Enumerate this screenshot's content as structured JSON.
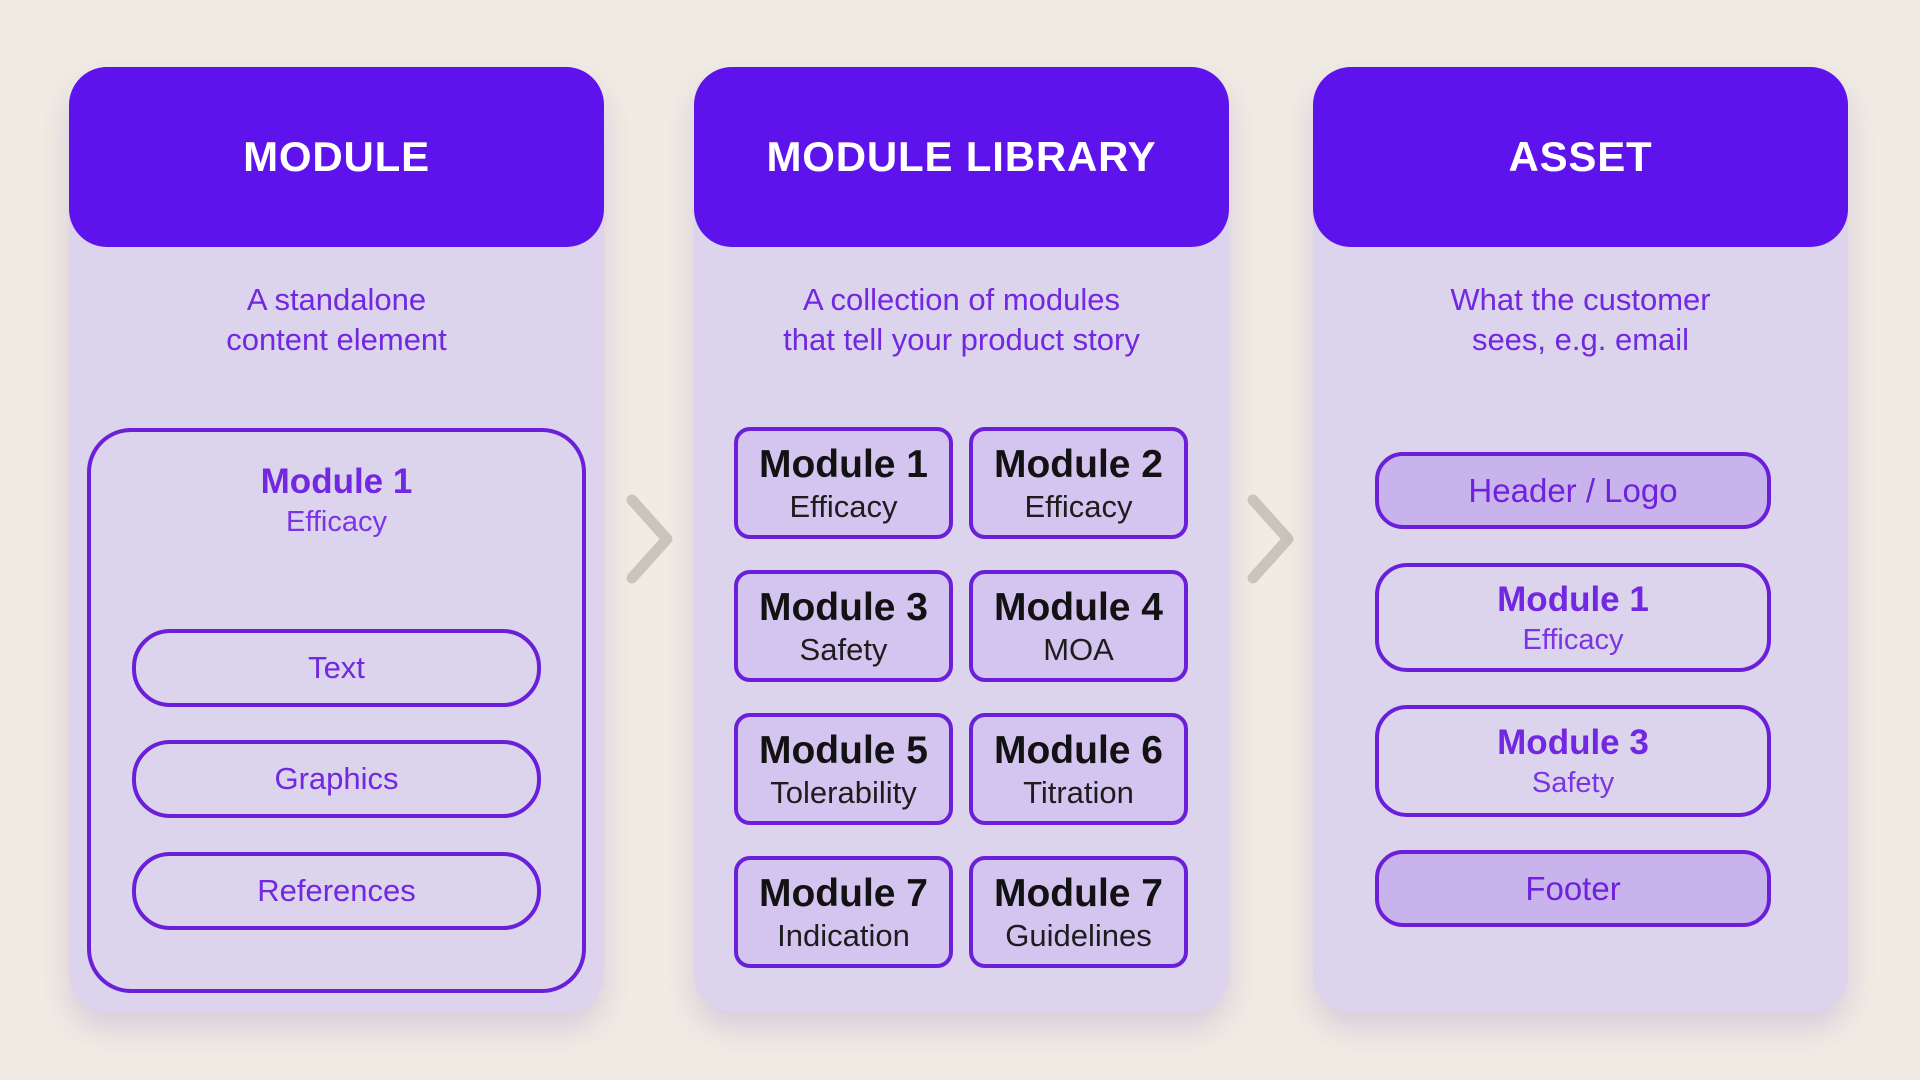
{
  "colors": {
    "background": "#F0EBE3",
    "header_purple": "#5E13ED",
    "body_lavender": "#DCD3EC",
    "card_fill": "#D3C4F0",
    "filled_box_fill": "#C9B3EC",
    "border_purple": "#6B1FD8",
    "text_purple": "#7227E0",
    "card_text_dark": "#121212",
    "chevron_gray": "#CBC4BA"
  },
  "columns": [
    {
      "header": "MODULE",
      "description_lines": [
        "A standalone",
        "content element"
      ],
      "module_box": {
        "title": "Module 1",
        "subtitle": "Efficacy",
        "parts": [
          "Text",
          "Graphics",
          "References"
        ]
      }
    },
    {
      "header": "MODULE LIBRARY",
      "description_lines": [
        "A collection of modules",
        "that tell your product story"
      ],
      "cards": [
        {
          "title": "Module 1",
          "subtitle": "Efficacy"
        },
        {
          "title": "Module 2",
          "subtitle": "Efficacy"
        },
        {
          "title": "Module 3",
          "subtitle": "Safety"
        },
        {
          "title": "Module 4",
          "subtitle": "MOA"
        },
        {
          "title": "Module 5",
          "subtitle": "Tolerability"
        },
        {
          "title": "Module 6",
          "subtitle": "Titration"
        },
        {
          "title": "Module 7",
          "subtitle": "Indication"
        },
        {
          "title": "Module 7",
          "subtitle": "Guidelines"
        }
      ]
    },
    {
      "header": "ASSET",
      "description_lines": [
        "What the customer",
        "sees, e.g. email"
      ],
      "boxes": [
        {
          "label": "Header / Logo",
          "filled": true
        },
        {
          "title": "Module 1",
          "subtitle": "Efficacy",
          "filled": false
        },
        {
          "title": "Module 3",
          "subtitle": "Safety",
          "filled": false
        },
        {
          "label": "Footer",
          "filled": true
        }
      ]
    }
  ],
  "arrows": [
    {
      "icon": "chevron-right"
    },
    {
      "icon": "chevron-right"
    }
  ]
}
